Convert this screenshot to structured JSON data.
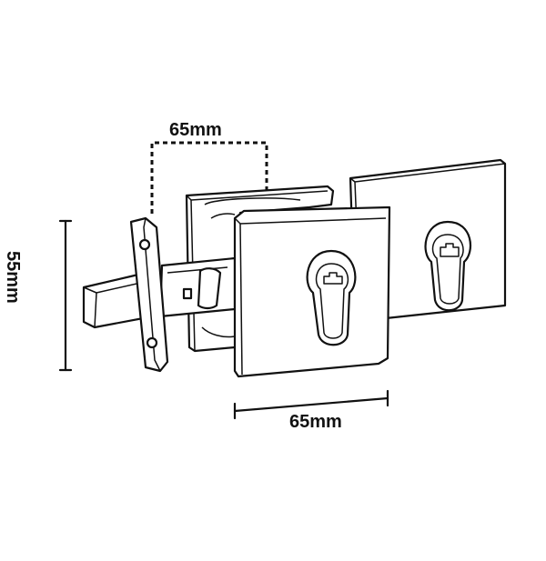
{
  "dimensions": {
    "top_width": "65mm",
    "bottom_width": "65mm",
    "height": "55mm"
  },
  "colors": {
    "line": "#111111",
    "background": "#ffffff"
  }
}
